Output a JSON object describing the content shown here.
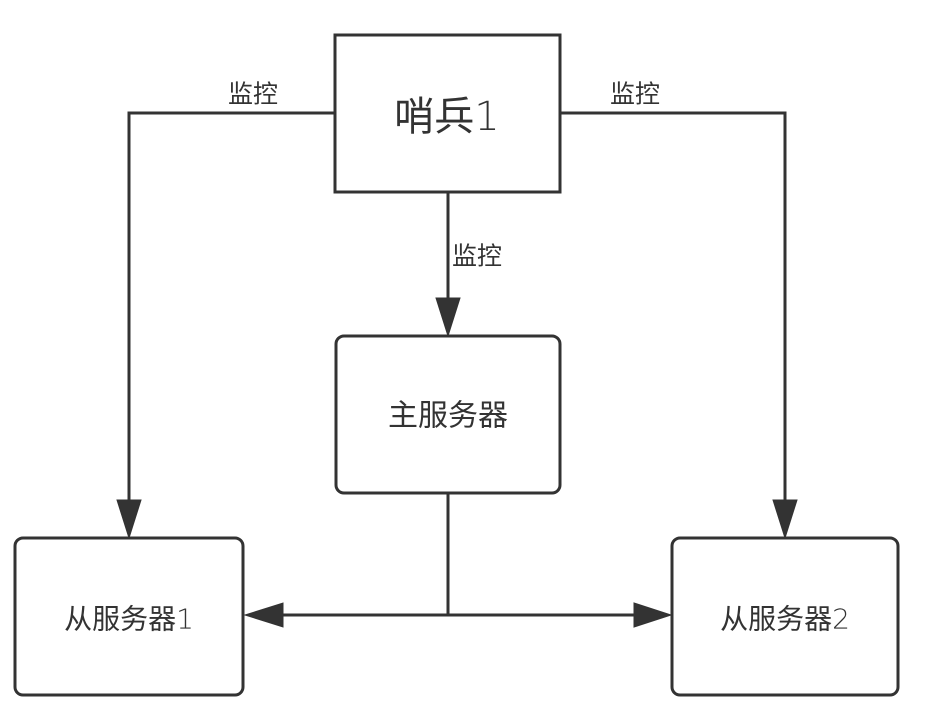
{
  "nodes": {
    "sentinel": {
      "label": "哨兵1"
    },
    "master": {
      "label": "主服务器"
    },
    "slave1": {
      "label": "从服务器1"
    },
    "slave2": {
      "label": "从服务器2"
    }
  },
  "edges": {
    "sentinel_slave1": {
      "label": "监控"
    },
    "sentinel_master": {
      "label": "监控"
    },
    "sentinel_slave2": {
      "label": "监控"
    }
  },
  "colors": {
    "stroke": "#333333",
    "text": "#333333",
    "background": "#ffffff"
  }
}
